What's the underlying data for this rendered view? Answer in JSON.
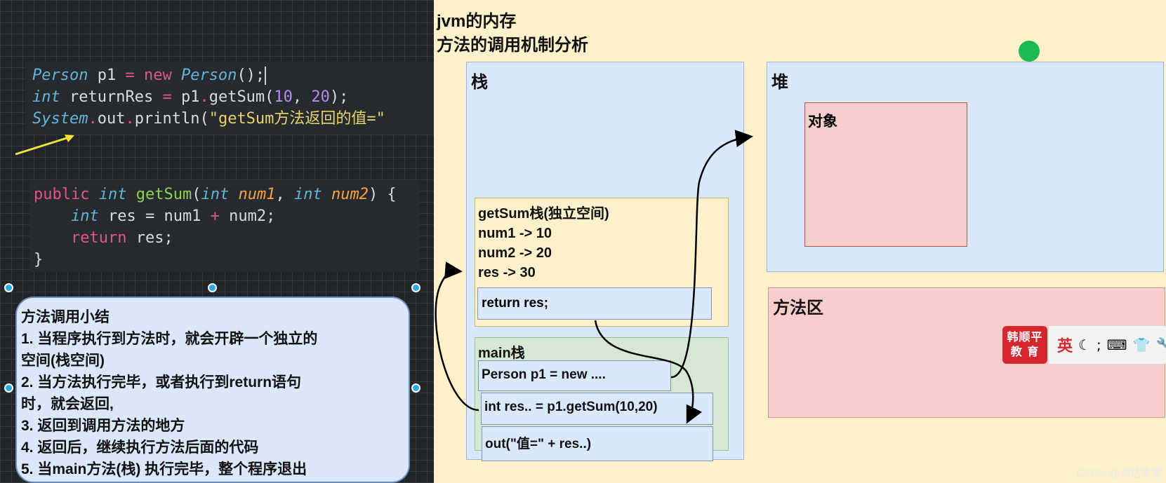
{
  "code_snippet_1": {
    "line1": {
      "type": "Person",
      "var": " p1 ",
      "op": "=",
      "kw": " new ",
      "type2": "Person",
      "tail": "();"
    },
    "line2": {
      "type": "int",
      "var": " returnRes ",
      "op": "=",
      "call": " p1",
      "dot": ".",
      "method": "getSum(",
      "n1": "10",
      "comma": ", ",
      "n2": "20",
      "tail": ");"
    },
    "line3": {
      "cls": "System",
      "dot": ".",
      "mid": "out",
      "dot2": ".",
      "call": "println(",
      "str": "\"getSum方法返回的值=\""
    }
  },
  "code_snippet_2": {
    "line1": {
      "kw": "public",
      "sp1": " ",
      "type": "int",
      "sp2": " ",
      "fn": "getSum",
      "open": "(",
      "t1": "int",
      "sp3": " ",
      "p1": "num1",
      "c": ", ",
      "t2": "int",
      "sp4": " ",
      "p2": "num2",
      "close": ") {"
    },
    "line2": {
      "indent": "    ",
      "type": "int",
      "rest": " res = num1 ",
      "op": "+",
      "rest2": " num2;"
    },
    "line3": {
      "indent": "    ",
      "kw": "return",
      "rest": " res;"
    },
    "line4": "}"
  },
  "summary": {
    "title": "方法调用小结",
    "items": [
      "1. 当程序执行到方法时，就会开辟一个独立的",
      "空间(栈空间)",
      "2. 当方法执行完毕，或者执行到return语句",
      "时，就会返回,",
      "3. 返回到调用方法的地方",
      "4. 返回后，继续执行方法后面的代码",
      "5. 当main方法(栈) 执行完毕，整个程序退出"
    ]
  },
  "diagram": {
    "title_line1": "jvm的内存",
    "title_line2": "方法的调用机制分析",
    "stack_label": "栈",
    "heap_label": "堆",
    "object_label": "对象",
    "method_area_label": "方法区",
    "getsum_frame": {
      "header": "getSum栈(独立空间)",
      "vars": [
        "num1 -> 10",
        "num2 -> 20",
        "res -> 30"
      ],
      "return_stmt": "return res;"
    },
    "main_frame": {
      "header": "main栈",
      "rows": [
        "Person p1 = new ....",
        "int res.. = p1.getSum(10,20)",
        "out(\"值=\" + res..)"
      ]
    }
  },
  "overlay": {
    "logo_text_line1": "韩顺平",
    "logo_text_line2": "教 育",
    "ime_lang": "英",
    "ime_icons": [
      "moon-icon",
      "punct-icon",
      "keyboard-icon",
      "shirt-icon",
      "wrench-icon"
    ],
    "watermark": "CSDN @戏拈秃笔"
  },
  "colors": {
    "heap_stack_fill": "#dae8fc",
    "object_fill": "#f8cecc",
    "main_frame_fill": "#d5e8d4",
    "canvas_bg": "#fdf1cc",
    "annotation_arrow": "#f2e33a"
  }
}
